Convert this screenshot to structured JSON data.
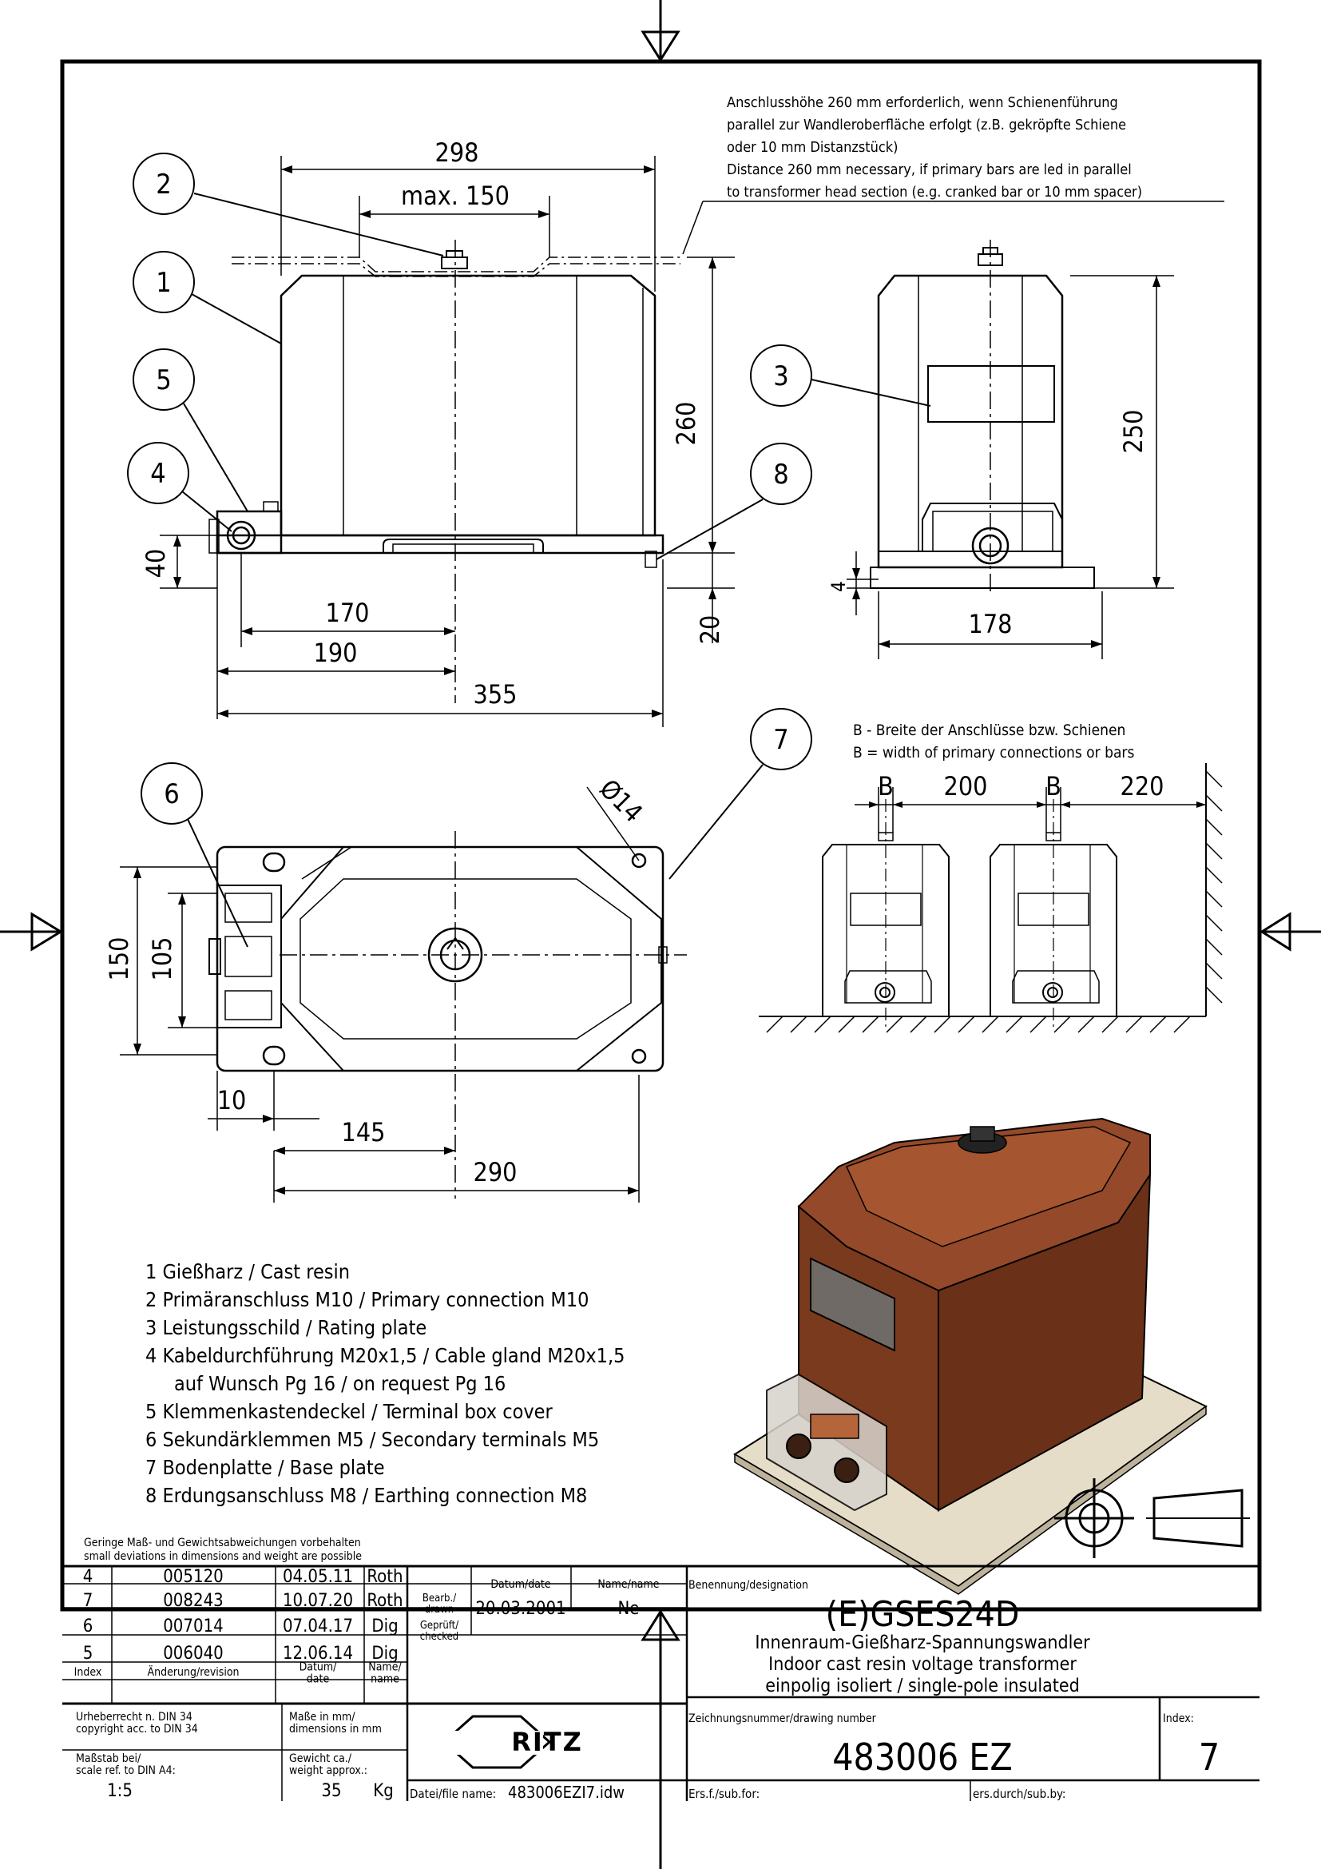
{
  "note": {
    "de1": "Anschlusshöhe 260 mm erforderlich, wenn Schienenführung",
    "de2": "parallel zur Wandleroberfläche erfolgt (z.B. gekröpfte Schiene",
    "de3": "oder 10 mm Distanzstück)",
    "en1": "Distance 260 mm necessary, if primary bars are led in parallel",
    "en2": "to transformer head section (e.g. cranked bar or 10 mm spacer)"
  },
  "bnote": {
    "de": "B - Breite der Anschlüsse bzw. Schienen",
    "en": "B = width of primary connections or bars"
  },
  "dims": {
    "d298": "298",
    "dmax150": "max. 150",
    "d260": "260",
    "d40": "40",
    "d20": "20",
    "d170": "170",
    "d190": "190",
    "d355": "355",
    "d250": "250",
    "d4": "4",
    "d178": "178",
    "d150": "150",
    "d105": "105",
    "d10": "10",
    "d145": "145",
    "d290": "290",
    "dphi14": "Ø14",
    "dB1": "B",
    "d200": "200",
    "dB2": "B",
    "d220": "220"
  },
  "balloons": [
    "1",
    "2",
    "3",
    "4",
    "5",
    "6",
    "7",
    "8"
  ],
  "parts": [
    "1  Gießharz / Cast resin",
    "2  Primäranschluss M10 / Primary connection M10",
    "3  Leistungsschild / Rating plate",
    "4  Kabeldurchführung M20x1,5 / Cable gland M20x1,5",
    "auf Wunsch Pg 16 / on request Pg 16",
    "5  Klemmenkastendeckel / Terminal box cover",
    "6  Sekundärklemmen M5 / Secondary terminals M5",
    "7  Bodenplatte / Base plate",
    "8  Erdungsanschluss M8 / Earthing connection M8"
  ],
  "deviation": {
    "de": "Geringe Maß- und Gewichtsabweichungen vorbehalten",
    "en": "small deviations in dimensions and weight are possible"
  },
  "revisions": [
    {
      "index": "4",
      "change": "005120",
      "date": "04.05.11",
      "name": "Roth"
    },
    {
      "index": "7",
      "change": "008243",
      "date": "10.07.20",
      "name": "Roth"
    },
    {
      "index": "6",
      "change": "007014",
      "date": "07.04.17",
      "name": "Dig"
    },
    {
      "index": "5",
      "change": "006040",
      "date": "12.06.14",
      "name": "Dig"
    }
  ],
  "rev_headers": {
    "index": "Index",
    "change": "Änderung/revision",
    "date": "Datum/\ndate",
    "name": "Name/\nname"
  },
  "title_block": {
    "bearb": "Bearb./\ndrawn",
    "geprueft": "Geprüft/\nchecked",
    "datum_hdr": "Datum/date",
    "name_hdr": "Name/name",
    "drawn_date": "20.03.2001",
    "drawn_name": "Ne",
    "designation_hdr": "Benennung/designation",
    "title": "(E)GSES24D",
    "sub1": "Innenraum-Gießharz-Spannungswandler",
    "sub2": "Indoor cast resin voltage transformer",
    "sub3": "einpolig isoliert / single-pole insulated",
    "copyright1": "Urheberrecht n. DIN 34",
    "copyright2": "copyright acc. to DIN 34",
    "dims_mm1": "Maße in mm/",
    "dims_mm2": "dimensions in mm",
    "scale1": "Maßstab bei/",
    "scale2": "scale ref. to DIN A4:",
    "scale": "1:5",
    "weight1": "Gewicht ca./",
    "weight2": "weight approx.:",
    "weight": "35",
    "weight_unit": "Kg",
    "logo": "RITZ",
    "drawing_no_hdr": "Zeichnungsnummer/drawing number",
    "drawing_no": "483006 EZ",
    "index_hdr": "Index:",
    "index": "7",
    "file_label": "Datei/file name:",
    "file_name": "483006EZI7.idw",
    "ers_f": "Ers.f./sub.for:",
    "ers_d": "ers.durch/sub.by:"
  }
}
